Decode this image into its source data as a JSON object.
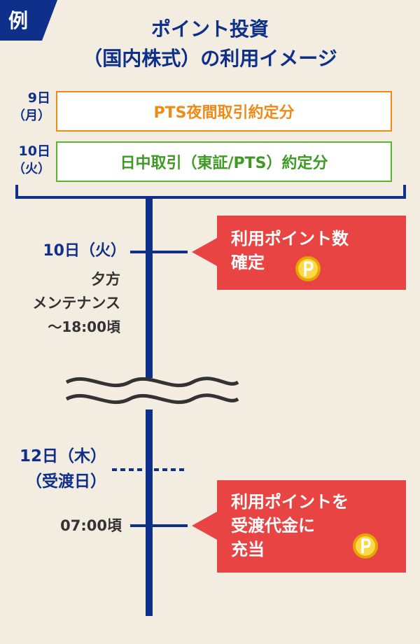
{
  "example": {
    "label": "例"
  },
  "title": {
    "line1": "ポイント投資",
    "line2": "（国内株式）の利用イメージ"
  },
  "rows": [
    {
      "date": "9日",
      "weekday": "（月）",
      "text": "PTS夜間取引約定分"
    },
    {
      "date": "10日",
      "weekday": "（火）",
      "text": "日中取引（東証/PTS）約定分"
    }
  ],
  "timeline": {
    "event1": {
      "date": "10日（火）",
      "detail1": "夕方",
      "detail2": "メンテナンス",
      "detail3": "〜18:00頃",
      "callout1": "利用ポイント数",
      "callout2": "確定"
    },
    "event2": {
      "date": "12日（木）",
      "sub": "（受渡日）",
      "time": "07:00頃",
      "callout1": "利用ポイントを",
      "callout2": "受渡代金に",
      "callout3": "充当"
    }
  },
  "colors": {
    "navy": "#0e2f8a",
    "orange": "#ef8a17",
    "green": "#5cb531",
    "red": "#e84444",
    "background": "#f3ede1"
  },
  "icons": [
    "point-coin-icon",
    "wavy-break-icon"
  ]
}
